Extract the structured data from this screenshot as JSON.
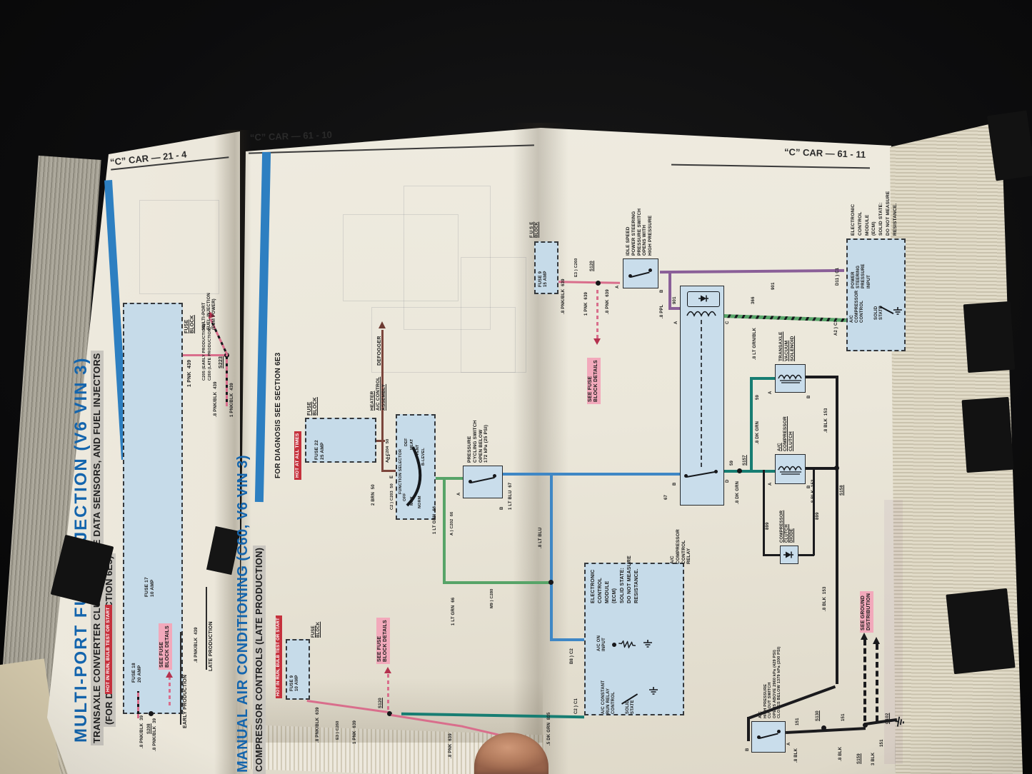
{
  "p21": {
    "header": "“C” CAR — 21 - 4",
    "title": "MULTI-PORT FUEL INJECTION (V6 VIN 3)",
    "sub1": "TRANSAXLE CONVERTER CLUTCH, ENGINE DATA SENSORS, AND FUEL INJECTORS",
    "sub2": "(FOR DIAGNOSIS SEE SECTION 6E3)",
    "hot": "HOT IN RUN, BULB TEST OR START",
    "fuse_block": "FUSE\nBLOCK",
    "fuse18": "FUSE 18\n20 AMP",
    "fuse17": "FUSE 17\n10 AMP",
    "w_1pnk": "1 PNK  439",
    "conn_early": "C205 (EARLY PRODUCTION)",
    "conn_late": "C260 (LATE PRODUCTION)",
    "s223": "S223",
    "w_8pnkblk": ".8 PNK/BLK  439",
    "w_1pnkblk": "1 PNK/BLK  439",
    "dest": "MULTI-PORT\nFUEL INJECTION\n(ECM POWER)",
    "w_39a": ".8 PNK/BLK  39",
    "s208": "S208",
    "w_39b": ".8 PNK/BLK  39",
    "see_fuse": "SEE FUSE\nBLOCK DETAILS",
    "early": "EARLY PRODUCTION",
    "w_439": ".8 PNK/BLK  439",
    "late": "LATE PRODUCTION"
  },
  "p6110": {
    "header": "“C” CAR — 61 - 10",
    "title": "MANUAL AIR CONDITIONING (C60, V6 VIN 3)",
    "subtitle": "COMPRESSOR CONTROLS (LATE PRODUCTION)",
    "diag": "FOR DIAGNOSIS SEE SECTION 6E3",
    "hot_all": "HOT AT ALL TIMES",
    "fuse_block": "FUSE\nBLOCK",
    "fuse22": "FUSE 22\n25 AMP",
    "w_2brn_a": "2 BRN  50",
    "conn_c204": "A ) C204  50",
    "conn_c203": "C2 ) C203  50",
    "defogger": "DEFOGGER",
    "heater": "HEATER\nA/C CONTROL\nASSEMBLY",
    "func_sel": "FUNCTION SELECTOR",
    "sel": {
      "off": "OFF",
      "max": "MAX",
      "norm": "NORM",
      "blevel": "B-LEVEL",
      "vent": "VENT",
      "heat": "HEAT",
      "def": "DEF"
    },
    "pin_c1": "C1",
    "pin_e": "E",
    "w_ltgrn_a": "1 LT GRN  66",
    "conn_c202": "A ) C202  66",
    "w_ltgrn_b": "1 LT GRN  66",
    "conn_c280": "M9 ) C280",
    "pcs": "PRESSURE\nCYCLING SWITCH\nOPEN BELOW\n172 kPa (25 PSI)",
    "pin_a": "A",
    "pin_b": "B",
    "w_ltblu": "1 LT BLU  67",
    "w_67": "67",
    "w_8ltblu": ".8 LT BLU",
    "pin_b8c2": "B8 ) C2",
    "ecm": "ELECTRONIC\nCONTROL\nMODULE\n(ECM)\nSOLID STATE:\nDO NOT MEASURE\nRESISTANCE.",
    "ac_on": "A/C ON\nINPUT",
    "ac_const": "A/C CONSTANT\nRUN RELAY\nCONTROL",
    "pin_c2c1": "C2 ) C1",
    "solid": "SOLID\nSTATE",
    "w_dkgrn": ".5 DK GRN  835",
    "fuse_block2": "FUSE\nBLOCK",
    "fuse9": "FUSE 9\n10 AMP",
    "hot_run": "HOT IN RUN, BULB TEST OR START",
    "w_639a": ".8 PNK/BLK  639",
    "conn_e3": "E3 ) C260",
    "w_639b": "1 PNK  639",
    "s120": "S120",
    "w_639c": ".8 PNK  639",
    "see_fuse": "SEE FUSE\nBLOCK DETAILS"
  },
  "p6111": {
    "header": "“C” CAR — 61 - 11",
    "fuse_block": "F U S E\nBLOCK",
    "fuse9": "FUSE 9\n15 AMP",
    "w_639a": ".8 PNK/BLK  639",
    "conn_e3": "E3 ) C260",
    "w_639b": "1 PNK  639",
    "s120": "S120",
    "w_639c": ".8 PNK  639",
    "see_fuse": "SEE FUSE\nBLOCK DETAILS",
    "idle": "IDLE SPEED\nPOWER STEERING\nPRESSURE SWITCH\nOPENS WITH\nHIGH PRESSURE",
    "pin_a": "A",
    "pin_b": "B",
    "pin_c": "C",
    "pin_d": "D",
    "w_ppl": ".8 PPL",
    "w_901a": "901",
    "w_901c": "901",
    "ecm": "ELECTRONIC\nCONTROL\nMODULE\n(ECM)\nSOLID STATE:\nDO NOT MEASURE\nRESISTANCE.",
    "pin_d11": "D11 ) C1",
    "psp": "POWER\nSTEERING\nPRESSURE\nINPUT",
    "pin_a2": "A2 ) C2",
    "acc": "A/C\nCOMPRESSOR\nCONTROL",
    "solid": "SOLID\nSTATE",
    "relay": "A/C\nCOMPRESSOR\nCONTROL\nRELAY",
    "w_ltgrnblk": ".8 LT GRN/BLK",
    "w_366": "366",
    "w_59a": "59",
    "s157": "S157",
    "w_dkgrn_a": ".8 DK GRN",
    "w_59b": "59",
    "w_dkgrn_b": ".8 DK GRN",
    "transaxle": "TRANSAXLE\nVACUUM\nSOLENOID",
    "clutch": "A/C\nCOMPRESSOR\nCLUTCH",
    "w_153a": ".8 BLK  153",
    "w_153b": ".8 BLK  153",
    "w_153c": ".8 BLK  153",
    "s158": "S158",
    "w_899a": "899",
    "w_899b": "899",
    "diode": "COMPRESSOR\nCLUTCH\nDIODE",
    "hps": "A/C\nHIGH PRESSURE\nCUT-OUT SWITCH\nOPENS ABOVE 2960 kPa (429 PSI)\nCLOSES BELOW 1379 kPa (200 PSI)",
    "w_151a": "151",
    "w_8blk_a": ".8 BLK",
    "s130": "S130",
    "w_151b": "151",
    "w_8blk_b": ".8 BLK",
    "s159": "S159",
    "w_3blk": "3 BLK",
    "w_151c": "151",
    "g102": "G102",
    "see_ground": "SEE GROUND\nDISTRIBUTION"
  }
}
